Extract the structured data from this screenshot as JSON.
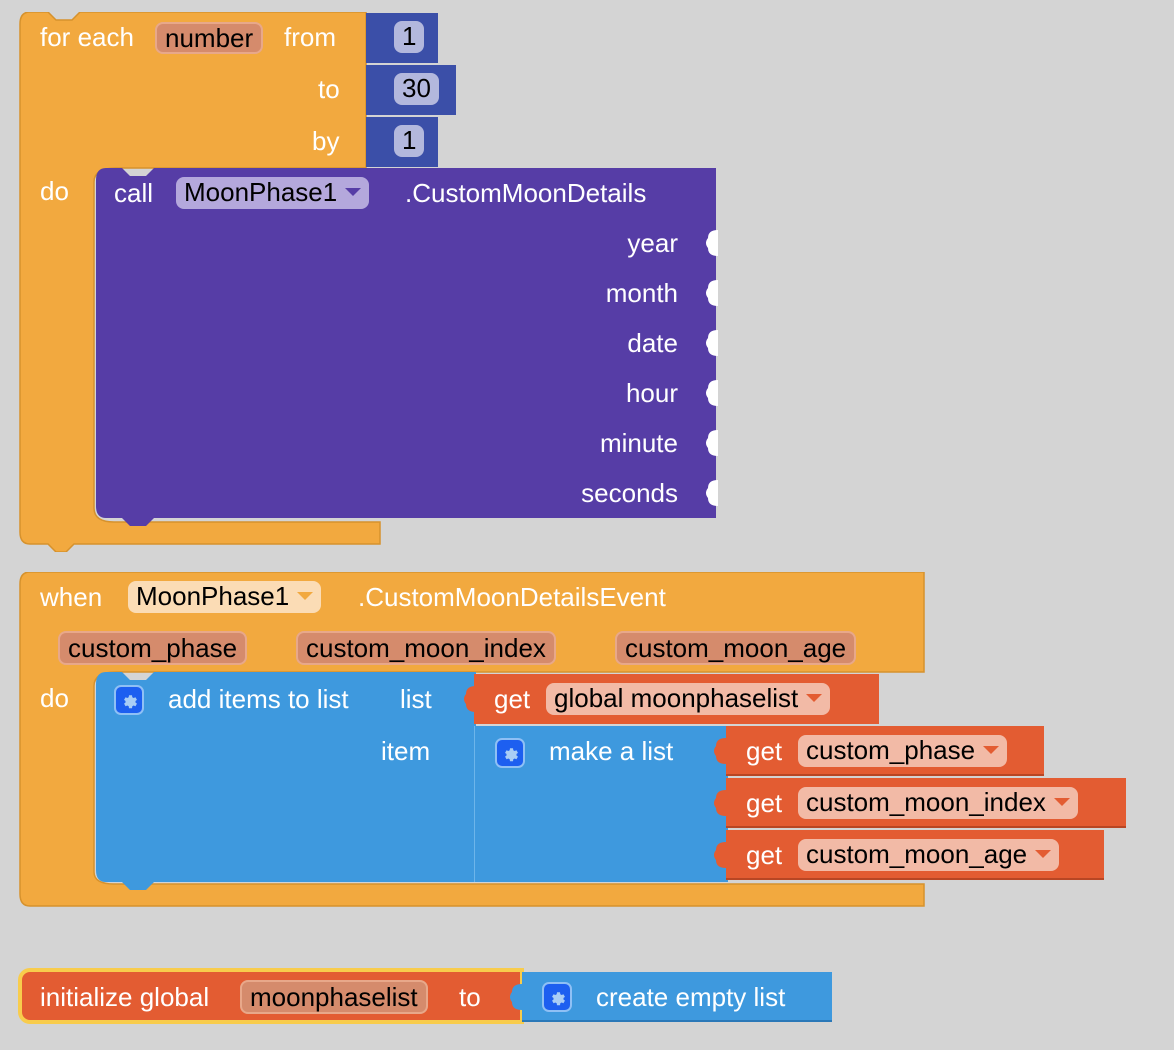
{
  "workspace": {
    "background": "#ffffff",
    "grid_color": "#d4d4d4"
  },
  "colors": {
    "control": "#f2a93f",
    "control_dark": "#c98a2c",
    "math": "#3b4fa8",
    "math_field": "#b3b8dd",
    "component": "#563da6",
    "component_field": "#b4a8dc",
    "lists": "#3e99de",
    "lists_dark": "#2a78b8",
    "variables": "#e35c32",
    "variables_field": "#f2baa6",
    "param_field": "#d58b6c",
    "event_field": "#fbdcb5",
    "gear_bg": "#1d5ff0",
    "highlight": "#f8cc4c"
  },
  "for_each_block": {
    "label_for_each": "for each",
    "variable": "number",
    "label_from": "from",
    "from_value": "1",
    "label_to": "to",
    "to_value": "30",
    "label_by": "by",
    "by_value": "1",
    "label_do": "do",
    "call_block": {
      "label_call": "call",
      "component": "MoonPhase1",
      "method": ".CustomMoonDetails",
      "params": [
        "year",
        "month",
        "date",
        "hour",
        "minute",
        "seconds"
      ]
    }
  },
  "event_block": {
    "label_when": "when",
    "component": "MoonPhase1",
    "event": ".CustomMoonDetailsEvent",
    "params": [
      "custom_phase",
      "custom_moon_index",
      "custom_moon_age"
    ],
    "label_do": "do",
    "add_items": {
      "label": "add items to list",
      "label_list": "list",
      "label_item": "item",
      "list_get": {
        "label_get": "get",
        "variable": "global moonphaselist"
      },
      "make_list": {
        "label": "make a list",
        "items": [
          {
            "label_get": "get",
            "variable": "custom_phase"
          },
          {
            "label_get": "get",
            "variable": "custom_moon_index"
          },
          {
            "label_get": "get",
            "variable": "custom_moon_age"
          }
        ]
      }
    }
  },
  "init_block": {
    "label_initialize": "initialize global",
    "variable": "moonphaselist",
    "label_to": "to",
    "value_block": {
      "label": "create empty list"
    }
  }
}
